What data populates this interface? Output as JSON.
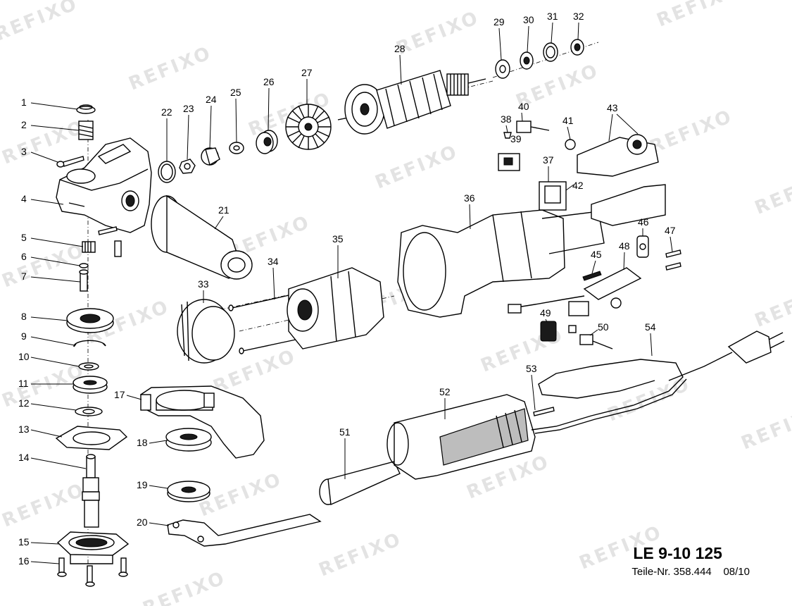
{
  "watermark": "REFIXO",
  "title_block": {
    "model": "LE 9-10 125",
    "parts_no": "Teile-Nr. 358.444",
    "date": "08/10"
  },
  "part_numbers": [
    "1",
    "2",
    "3",
    "4",
    "5",
    "6",
    "7",
    "8",
    "9",
    "10",
    "11",
    "12",
    "13",
    "14",
    "15",
    "16",
    "17",
    "18",
    "19",
    "20",
    "21",
    "22",
    "23",
    "24",
    "25",
    "26",
    "27",
    "28",
    "29",
    "30",
    "31",
    "32",
    "33",
    "34",
    "35",
    "36",
    "37",
    "38",
    "39",
    "40",
    "41",
    "42",
    "43",
    "45",
    "46",
    "47",
    "48",
    "49",
    "50",
    "51",
    "52",
    "53",
    "54"
  ]
}
